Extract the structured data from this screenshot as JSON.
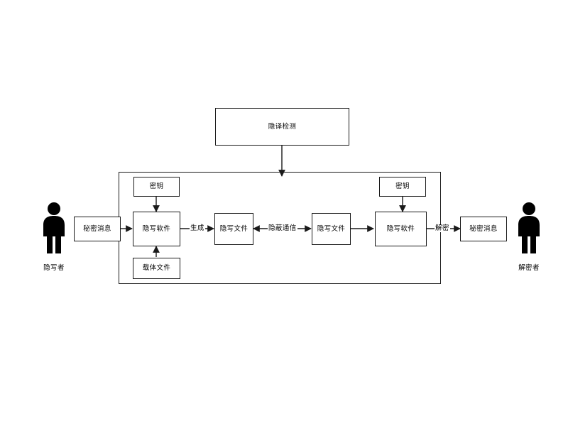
{
  "diagram": {
    "title": "steganography-communication-model",
    "colors": {
      "stroke": "#1a1a1a",
      "fill": "#ffffff",
      "figure": "#000000",
      "background": "#ffffff"
    },
    "detector_box": {
      "label": "隐译检测"
    },
    "outer_frame": {
      "label": ""
    },
    "nodes": [
      {
        "id": "key_left",
        "label": "密钥"
      },
      {
        "id": "stego_sw_left",
        "label": "隐写软件"
      },
      {
        "id": "carrier_file",
        "label": "载体文件"
      },
      {
        "id": "stego_file_left",
        "label": "隐写文件"
      },
      {
        "id": "stego_file_right",
        "label": "隐写文件"
      },
      {
        "id": "key_right",
        "label": "密钥"
      },
      {
        "id": "stego_sw_right",
        "label": "隐写软件"
      },
      {
        "id": "secret_msg_left",
        "label": "秘密消息"
      },
      {
        "id": "secret_msg_right",
        "label": "秘密消息"
      }
    ],
    "edge_labels": [
      {
        "id": "generate",
        "label": "生成"
      },
      {
        "id": "covert_channel",
        "label": "隐蔽通信"
      },
      {
        "id": "decrypt",
        "label": "解密"
      }
    ],
    "actors": [
      {
        "id": "sender",
        "label": "隐写者"
      },
      {
        "id": "receiver",
        "label": "解密者"
      }
    ]
  }
}
